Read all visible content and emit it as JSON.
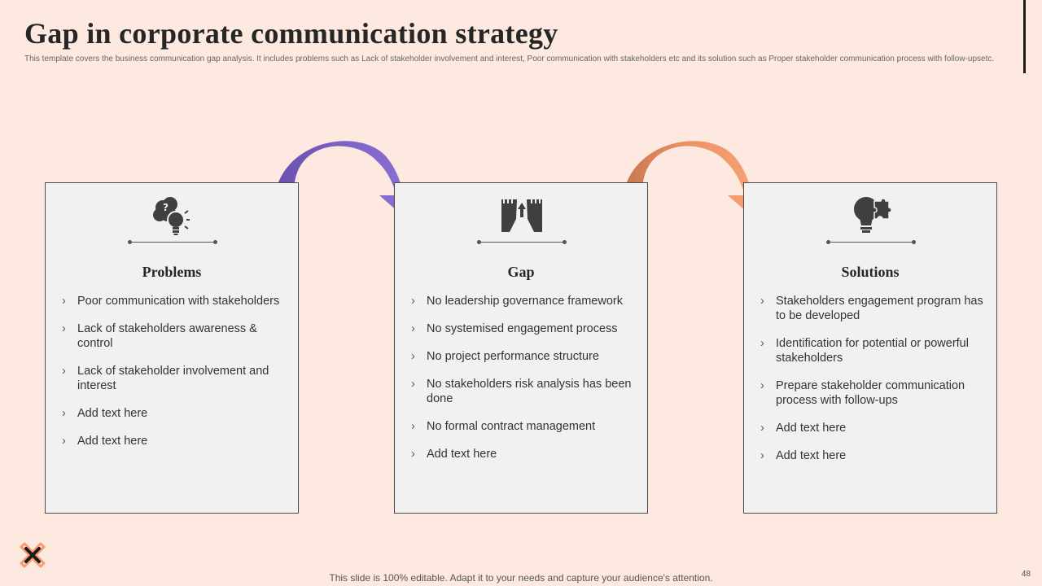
{
  "slide": {
    "title": "Gap in corporate communication strategy",
    "subtitle": "This template covers the business communication gap analysis. It includes problems such as Lack of stakeholder involvement and interest, Poor communication with stakeholders etc and its solution such as Proper stakeholder communication process with follow-upsetc.",
    "footer": "This slide is 100% editable. Adapt it to your needs and capture your audience's attention.",
    "page_number": "48"
  },
  "colors": {
    "background": "#fde9e0",
    "card_background": "#f1f1f1",
    "purple_arrow": "#7f66c9",
    "orange_arrow": "#f59b70",
    "text": "#262626"
  },
  "cards": [
    {
      "icon": "brain-lightbulb-icon",
      "title": "Problems",
      "items": [
        "Poor communication with stakeholders",
        "Lack of stakeholders awareness & control",
        "Lack of stakeholder involvement and interest",
        "Add text here",
        "Add text here"
      ]
    },
    {
      "icon": "road-gap-icon",
      "title": "Gap",
      "items": [
        "No leadership governance framework",
        "No systemised engagement process",
        "No project performance structure",
        "No stakeholders risk analysis has been done",
        "No formal contract management",
        "Add text here"
      ]
    },
    {
      "icon": "lightbulb-puzzle-icon",
      "title": "Solutions",
      "items": [
        "Stakeholders engagement program has to be developed",
        "Identification for potential or powerful stakeholders",
        "Prepare stakeholder communication process with follow-ups",
        "Add text here",
        "Add text here"
      ]
    }
  ]
}
